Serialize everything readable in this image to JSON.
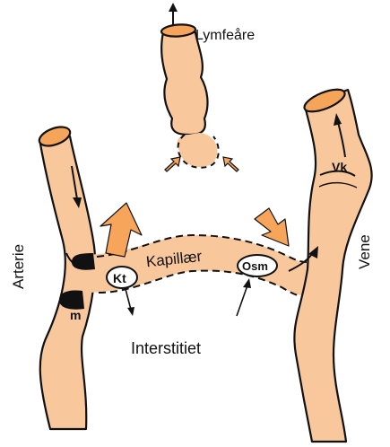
{
  "labels": {
    "lymph": "Lymfeåre",
    "artery": "Arterie",
    "vein": "Vene",
    "capillary": "Kapillær",
    "interstitium": "Interstitiet",
    "kt": "Kt",
    "osm": "Osm",
    "vk": "Vk",
    "m": "m"
  },
  "colors": {
    "vessel_fill": "#F9C79C",
    "vessel_end": "#F5A45A",
    "flow_arrow": "#F6A55B",
    "outline": "#111111",
    "sphincter": "#111111"
  }
}
